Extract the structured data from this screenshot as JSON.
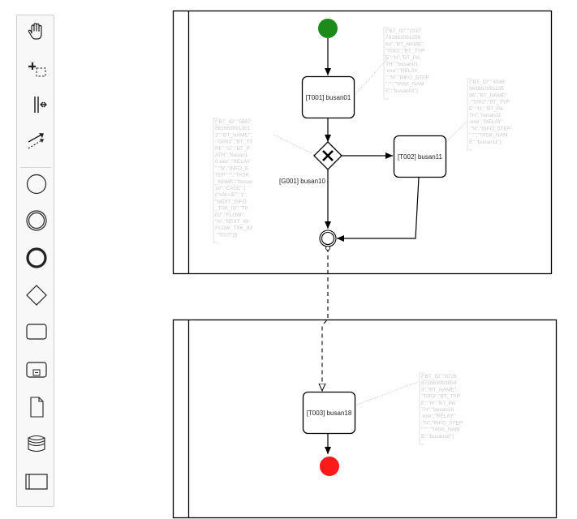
{
  "palette": {
    "tools": [
      {
        "icon": "hand-tool-icon"
      },
      {
        "icon": "lasso-tool-icon"
      },
      {
        "icon": "space-tool-icon"
      },
      {
        "icon": "connect-tool-icon"
      },
      {
        "icon": "start-event-icon"
      },
      {
        "icon": "intermediate-event-icon"
      },
      {
        "icon": "end-event-icon"
      },
      {
        "icon": "gateway-icon"
      },
      {
        "icon": "task-icon"
      },
      {
        "icon": "subprocess-icon"
      },
      {
        "icon": "data-object-icon"
      },
      {
        "icon": "data-store-icon"
      },
      {
        "icon": "pool-icon"
      }
    ]
  },
  "diagram": {
    "colors": {
      "start": "#1c8b1c",
      "end": "#ff1a1a",
      "line": "#000000",
      "annotation": "#c9c9c9"
    },
    "tasks": {
      "t001": "[T001] busan01",
      "t002": "[T002] busan11",
      "t003": "[T003] busan18"
    },
    "gateway_label": "[G001] busan10",
    "annotations": {
      "a1": [
        "{\"BT_ID\":\"2337",
        "791663091256",
        "94\",\"BT_NAME\":",
        "\"T001\",\"BT_TYP",
        "E\":\"H\",\"BT_PA",
        "TH\":\"busan01",
        ".exe\",\"RELAY",
        "\":\"N\",\"INFO_STEP",
        "\":\"\",\"TASK_NAM",
        "E\":\"busan01\"}"
      ],
      "a2": [
        "{\"BT_ID\":\"4048",
        "341662091135",
        "36\",\"BT_NAME\"",
        ":\"T002\",\"BT_TYP",
        "E\":\"H\",\"BT_PA",
        "TH\":\"busan11",
        ".exe\",\"RELAY\"",
        ":\"N\",\"INFO_STEP",
        "\":\"\",\"TASK_NAM",
        "E\":\"busan11\"}"
      ],
      "a3": [
        "{\"BT_ID\":\"5807",
        "561663091301",
        "2\",\"BT_NAME\"",
        ":\"G001\",\"BT_TY",
        "PE\":\"G\",\"BT_P",
        "ATH\":\"busan1",
        "0.exe\",\"RELAY",
        "\":\"N\",\"INFO_S",
        "TEP\":\"\",\"TASK",
        "_NAME\":\"busan",
        "10\",\"CASE\":[",
        "{\"VALUE\":\"1\",",
        "\"NEXT_INFO",
        "_TSK_ID\":\"T0",
        "02\",\"FLOW\":",
        "\"N\",\"NEXT_W",
        "FLOW_TSK_ID\"",
        ":\"T020\"}]}"
      ],
      "a4": [
        "{\"BT_ID\":\"8726",
        "871663093854",
        "3\",\"BT_NAME\":",
        "\"T003\",\"BT_TYP",
        "E\":\"H\",\"BT_PA",
        "TH\":\"busan18",
        ".exe\",\"RELAY\"",
        ":\"N\",\"INFO_STEP",
        "\":\"\",\"TASK_NAM",
        "E\":\"busan18\"}"
      ]
    }
  }
}
